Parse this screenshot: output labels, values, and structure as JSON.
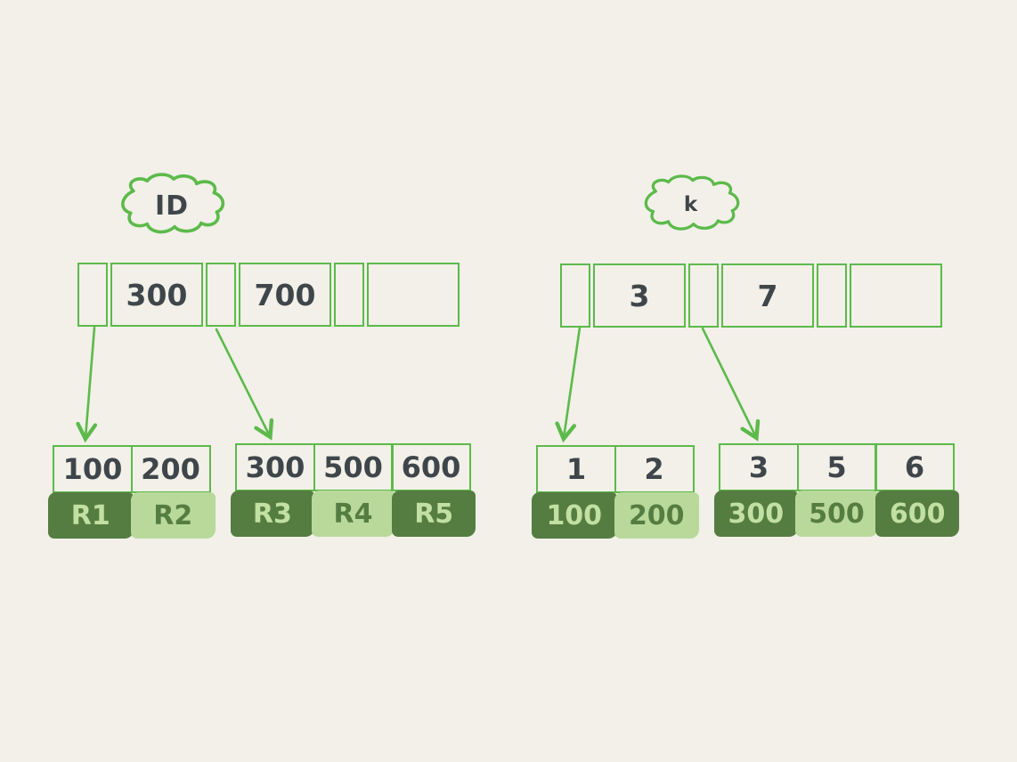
{
  "colors": {
    "background": "#f2f0e9",
    "stroke_green": "#5cba4a",
    "dark_green_fill": "#567d41",
    "light_green_fill": "#b9d99a",
    "text_dark": "#3f464b"
  },
  "left_index": {
    "label": "ID",
    "node": {
      "cells": [
        "",
        "300",
        "",
        "700",
        "",
        ""
      ]
    },
    "leaves": [
      {
        "keys": [
          "100",
          "200"
        ],
        "records": [
          {
            "text": "R1",
            "tone": "dark"
          },
          {
            "text": "R2",
            "tone": "light"
          }
        ]
      },
      {
        "keys": [
          "300",
          "500",
          "600"
        ],
        "records": [
          {
            "text": "R3",
            "tone": "dark"
          },
          {
            "text": "R4",
            "tone": "light"
          },
          {
            "text": "R5",
            "tone": "dark"
          }
        ]
      }
    ]
  },
  "right_index": {
    "label": "k",
    "node": {
      "cells": [
        "",
        "3",
        "",
        "7",
        "",
        ""
      ]
    },
    "leaves": [
      {
        "keys": [
          "1",
          "2"
        ],
        "records": [
          {
            "text": "100",
            "tone": "dark"
          },
          {
            "text": "200",
            "tone": "light"
          }
        ]
      },
      {
        "keys": [
          "3",
          "5",
          "6"
        ],
        "records": [
          {
            "text": "300",
            "tone": "dark"
          },
          {
            "text": "500",
            "tone": "light"
          },
          {
            "text": "600",
            "tone": "dark"
          }
        ]
      }
    ]
  }
}
